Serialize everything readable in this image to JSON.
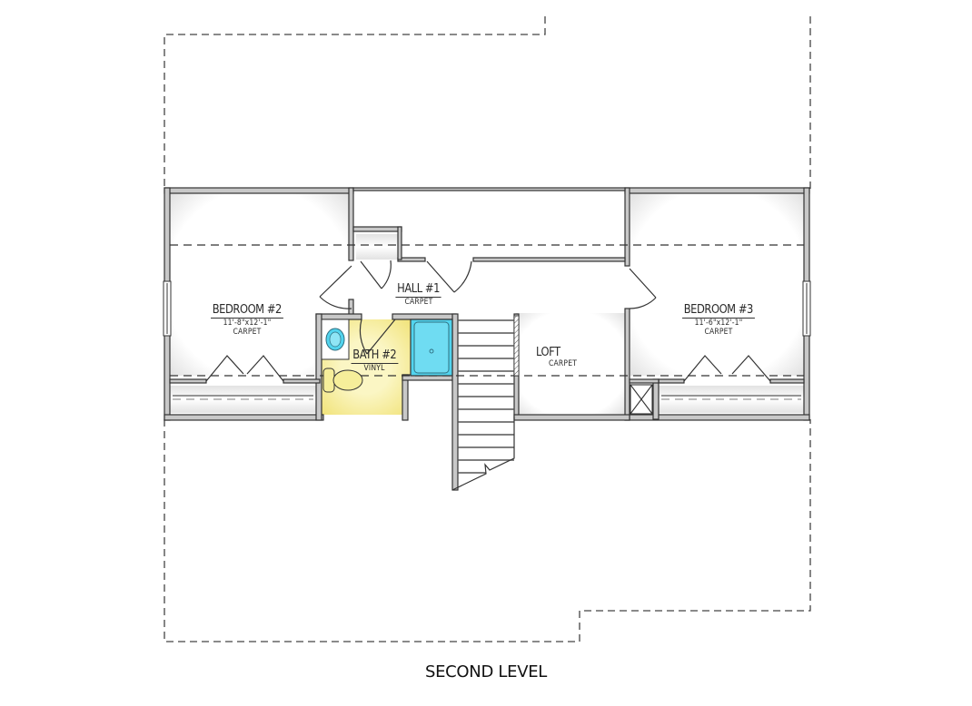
{
  "plan": {
    "title": "SECOND LEVEL",
    "colors": {
      "wall_fill": "#c8c8c8",
      "wall_stroke": "#333333",
      "bath_floor": "#f6ee9a",
      "shower": "#52d4ee",
      "background": "#ffffff"
    },
    "rooms": [
      {
        "id": "bedroom2",
        "name": "BEDROOM #2",
        "dimensions": "11'-8\"x12'-1\"",
        "floor": "CARPET"
      },
      {
        "id": "bedroom3",
        "name": "BEDROOM #3",
        "dimensions": "11'-6\"x12'-1\"",
        "floor": "CARPET"
      },
      {
        "id": "hall1",
        "name": "HALL #1",
        "floor": "CARPET"
      },
      {
        "id": "bath2",
        "name": "BATH #2",
        "floor": "VINYL"
      },
      {
        "id": "loft",
        "name": "LOFT",
        "floor": "CARPET"
      }
    ]
  }
}
